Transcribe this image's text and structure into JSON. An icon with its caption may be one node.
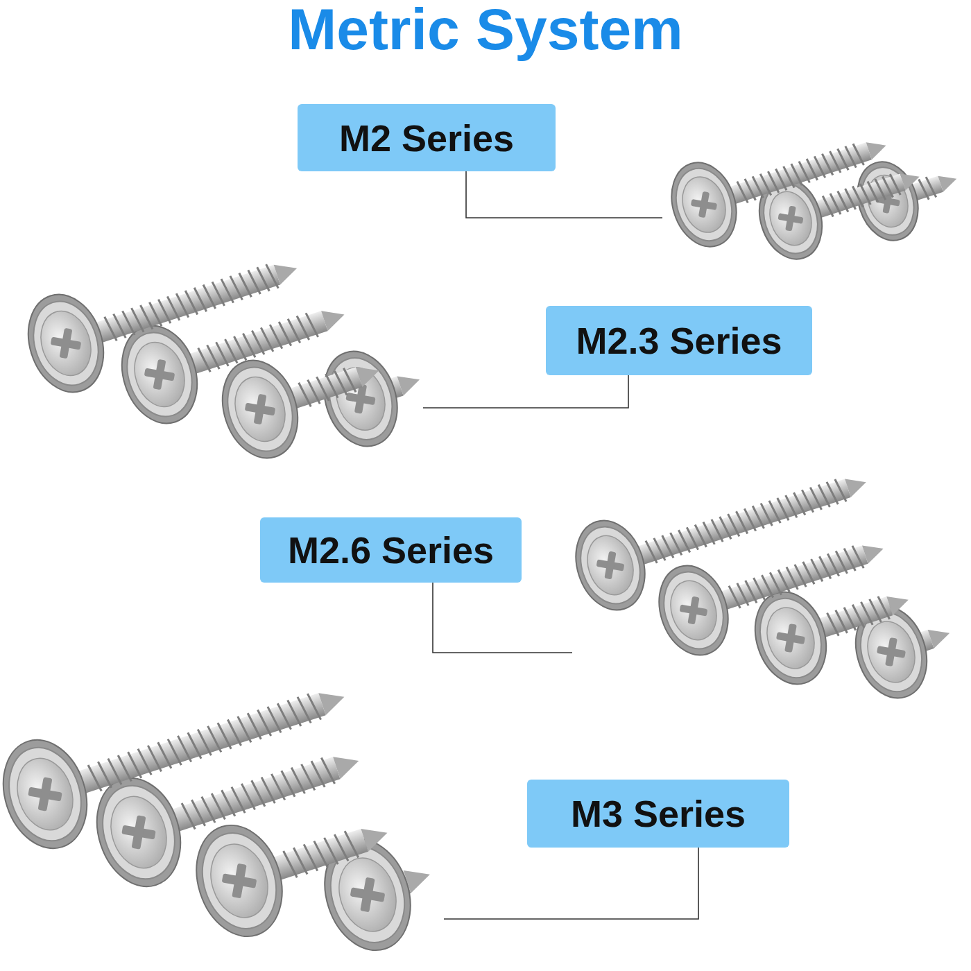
{
  "diagram": {
    "title": "Metric System",
    "nodes": [
      {
        "text": [
          "M2 Series"
        ]
      },
      {
        "text": [],
        "shape": "picture"
      },
      {
        "text": [],
        "shape": "picture"
      },
      {
        "text": [
          "M2.3 Series"
        ]
      },
      {
        "text": [
          "M2.6 Series"
        ]
      },
      {
        "text": [],
        "shape": "picture"
      },
      {
        "text": [],
        "shape": "picture"
      },
      {
        "text": [
          "M3 Series"
        ]
      }
    ],
    "edges": [
      {
        "from": 0,
        "to": 1,
        "arrow": "none"
      },
      {
        "from": 3,
        "to": 2,
        "arrow": "none"
      },
      {
        "from": 4,
        "to": 5,
        "arrow": "none"
      },
      {
        "from": 7,
        "to": 6,
        "arrow": "none"
      }
    ]
  }
}
